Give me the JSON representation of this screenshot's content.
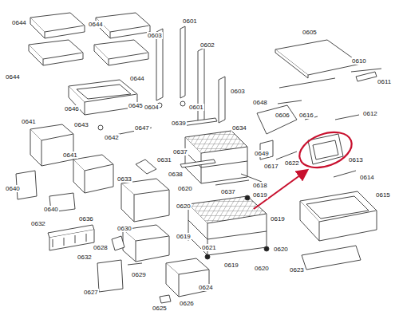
{
  "diagram": {
    "labels": [
      "0644",
      "0644",
      "0601",
      "0603",
      "0602",
      "0605",
      "0610",
      "0611",
      "0644",
      "0644",
      "0603",
      "0646",
      "0645",
      "0604",
      "0601",
      "0648",
      "0606",
      "0612",
      "0616",
      "0643",
      "0642",
      "0647",
      "0641",
      "0639",
      "0634",
      "0649",
      "0622",
      "0613",
      "0637",
      "0617",
      "0614",
      "0641",
      "0631",
      "0638",
      "0637",
      "0618",
      "0633",
      "0620",
      "0619",
      "0640",
      "0615",
      "0640",
      "0636",
      "0632",
      "0620",
      "0619",
      "0619",
      "0632",
      "0630",
      "0621",
      "0620",
      "0628",
      "0629",
      "0619",
      "0620",
      "0623",
      "0624",
      "0627",
      "0625",
      "0626"
    ]
  }
}
